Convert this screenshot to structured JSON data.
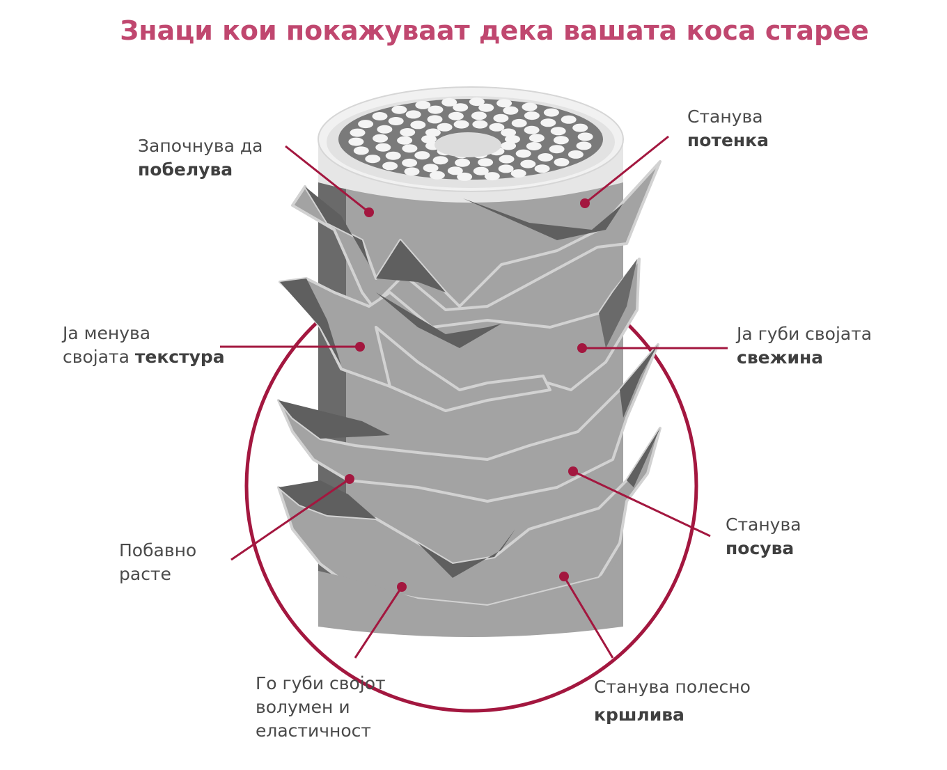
{
  "title": "Знаци кои покажуваат дека вашата коса старее",
  "colors": {
    "accent": "#a3173f",
    "title": "#c0476f",
    "hair_light": "#a3a3a3",
    "hair_dark": "#606060",
    "text": "#4a4a4a"
  },
  "labels": [
    {
      "id": "whitening",
      "line1": "Започнува да",
      "bold": "побелува"
    },
    {
      "id": "thinner",
      "line1": "Станува",
      "bold": "потенка"
    },
    {
      "id": "texture",
      "line1": "Ја менува",
      "line2_plain": "својата ",
      "bold": "текстура"
    },
    {
      "id": "freshness",
      "line1": "Ја губи својата",
      "bold": "свежина"
    },
    {
      "id": "slow_growth",
      "line1": "Побавно",
      "line2_plain": "расте"
    },
    {
      "id": "gray",
      "line1": "Станува",
      "bold": "посува"
    },
    {
      "id": "volume",
      "line1": "Го губи својот",
      "line2_plain": "волумен и",
      "line3_plain": "еластичност"
    },
    {
      "id": "brittle",
      "line1": "Станува полесно",
      "bold": "кршлива"
    }
  ]
}
